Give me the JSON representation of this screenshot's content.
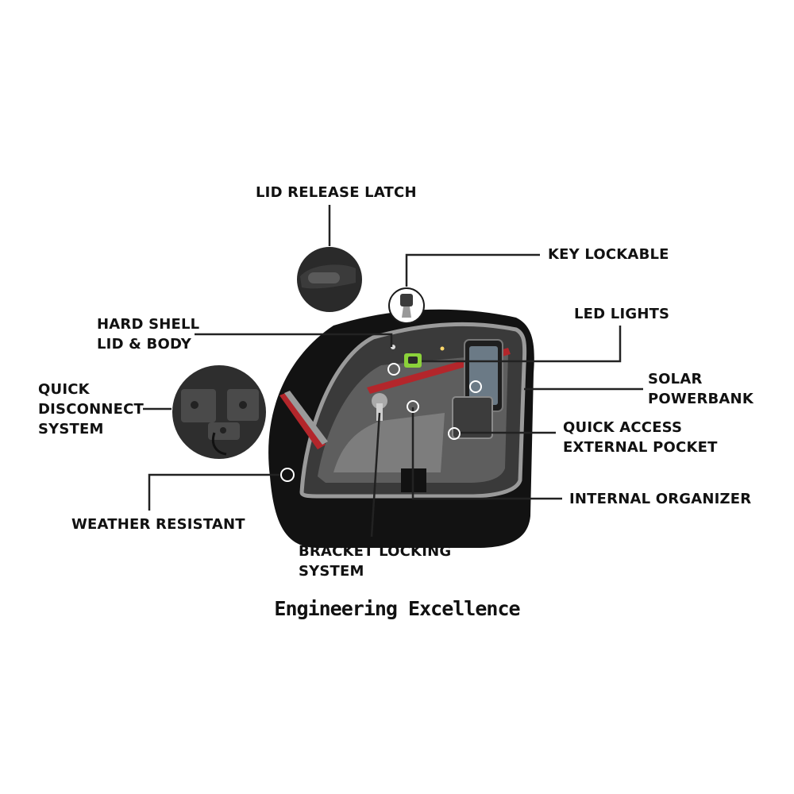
{
  "labels": {
    "lid_release_latch": "LID RELEASE LATCH",
    "key_lockable": "KEY LOCKABLE",
    "led_lights": "LED LIGHTS",
    "hard_shell": [
      "HARD SHELL",
      "LID & BODY"
    ],
    "quick_disconnect": [
      "QUICK",
      "DISCONNECT",
      "SYSTEM"
    ],
    "solar_powerbank": [
      "SOLAR",
      "POWERBANK"
    ],
    "quick_access": [
      "QUICK ACCESS",
      "EXTERNAL POCKET"
    ],
    "internal_organizer": "INTERNAL ORGANIZER",
    "weather_resistant": "WEATHER RESISTANT",
    "bracket_locking": [
      "BRACKET LOCKING",
      "SYSTEM"
    ]
  },
  "caption": "Engineering Excellence",
  "colors": {
    "bag_body": "#121212",
    "trim_gray": "#9a9a9a",
    "accent_red": "#b3262b",
    "led_green": "#8bd23a",
    "leader_line": "#222222"
  }
}
